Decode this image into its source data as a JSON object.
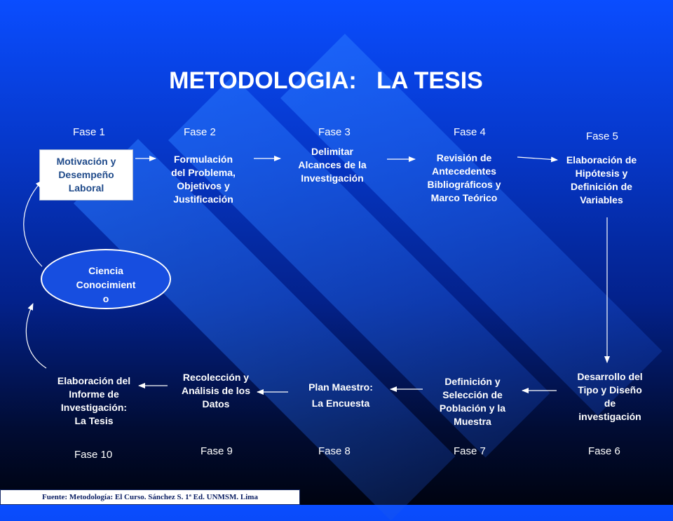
{
  "title": "METODOLOGIA:   LA TESIS",
  "phases": {
    "f1": "Fase 1",
    "f2": "Fase 2",
    "f3": "Fase 3",
    "f4": "Fase 4",
    "f5": "Fase 5",
    "f6": "Fase 6",
    "f7": "Fase 7",
    "f8": "Fase 8",
    "f9": "Fase 9",
    "f10": "Fase 10"
  },
  "nodes": {
    "motivacion": [
      "Motivación y",
      "Desempeño",
      "Laboral"
    ],
    "formulacion": [
      "Formulación",
      "del Problema,",
      "Objetivos y",
      "Justificación"
    ],
    "delimitar": [
      "Delimitar",
      "Alcances de la",
      "Investigación"
    ],
    "revision": [
      "Revisión de",
      "Antecedentes",
      "Bibliográficos y",
      "Marco Teórico"
    ],
    "hipotesis": [
      "Elaboración de",
      "Hipótesis y",
      "Definición de",
      "Variables"
    ],
    "desarrollo": [
      "Desarrollo del",
      "Tipo y Diseño",
      "de",
      "investigación"
    ],
    "definicion": [
      "Definición y",
      "Selección de",
      "Población y la",
      "Muestra"
    ],
    "plan": [
      "Plan Maestro:",
      "La Encuesta"
    ],
    "recoleccion": [
      "Recolección y",
      "Análisis de los",
      "Datos"
    ],
    "informe": [
      "Elaboración del",
      "Informe de",
      "Investigación:",
      "La Tesis"
    ],
    "ciencia": [
      "Ciencia",
      "Conocimient",
      "o"
    ]
  },
  "footer": "Fuente: Metodología: El Curso. Sánchez S. 1ª Ed. UNMSM.  Lima",
  "colors": {
    "background_top": "#0a4dff",
    "background_bottom": "#000310",
    "box_text": "#1f4a8a",
    "arrow": "#ffffff"
  }
}
